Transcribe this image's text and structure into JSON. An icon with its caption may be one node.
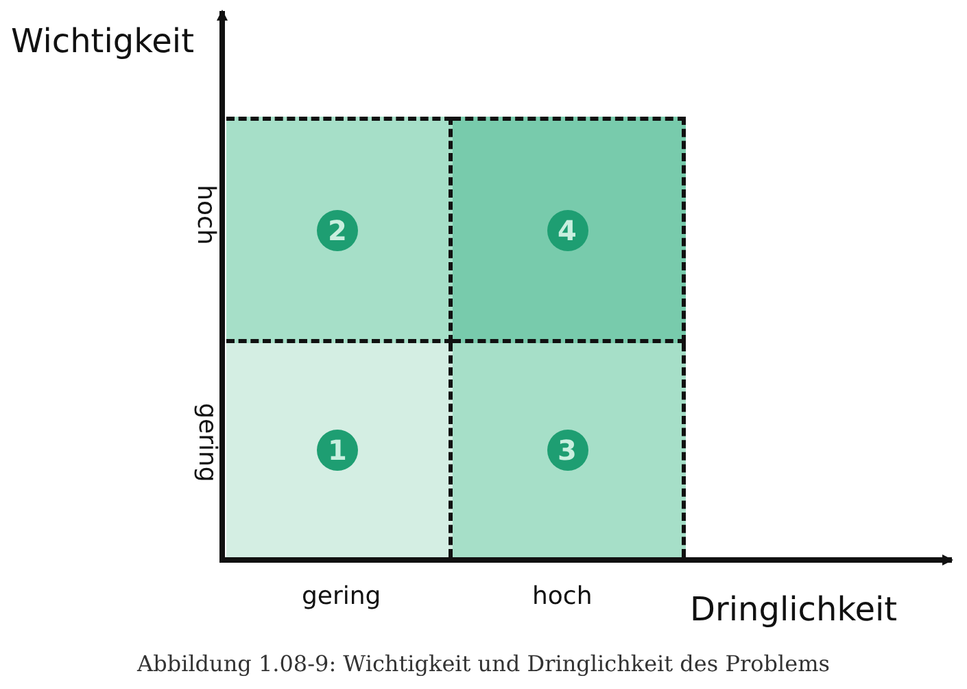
{
  "diagram": {
    "caption": "Abbildung 1.08-9: Wichtigkeit und Dringlichkeit des Problems",
    "nodes": [
      {
        "text": [
          "2"
        ]
      },
      {
        "text": [
          "4"
        ]
      },
      {
        "text": [
          "1"
        ]
      },
      {
        "text": [
          "3"
        ]
      }
    ],
    "edges": [],
    "labels": [
      "Wichtigkeit",
      "hoch",
      "gering",
      "gering",
      "hoch",
      "Dringlichkeit"
    ]
  }
}
